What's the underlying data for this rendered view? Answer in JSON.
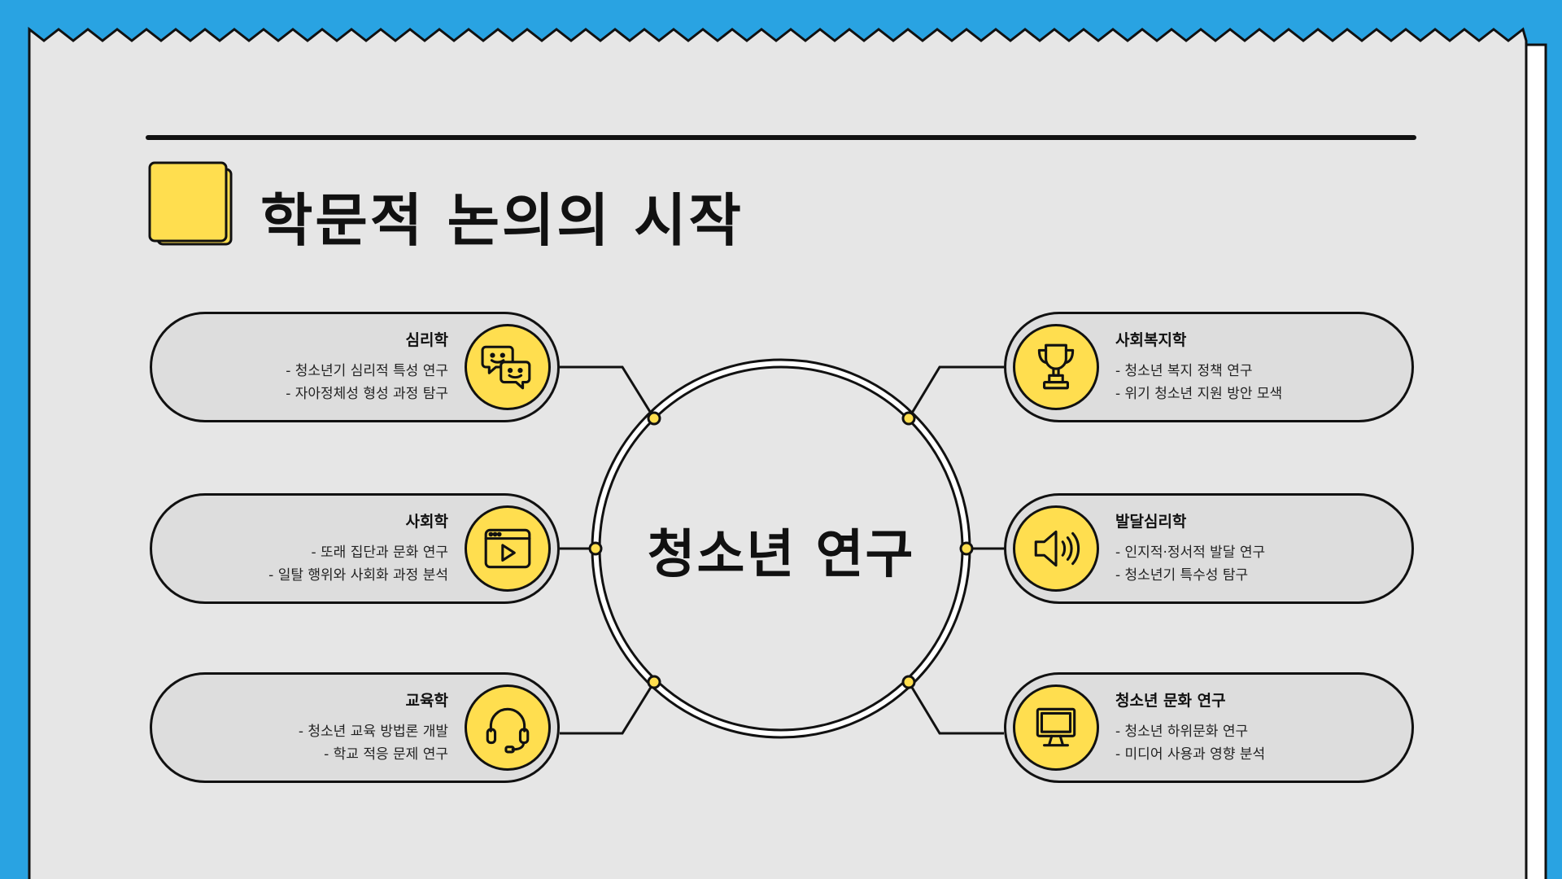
{
  "title": "학문적 논의의 시작",
  "center": "청소년 연구",
  "colors": {
    "background": "#29a3e2",
    "paper": "#e6e6e6",
    "pill": "#dddddd",
    "accent": "#ffde4f",
    "ink": "#111111"
  },
  "nodes": [
    {
      "title": "심리학",
      "lines": [
        "- 청소년기 심리적 특성 연구",
        "- 자아정체성 형성 과정 탐구"
      ],
      "icon": "chat-bubbles-icon"
    },
    {
      "title": "사회학",
      "lines": [
        "- 또래 집단과 문화 연구",
        "- 일탈 행위와 사회화 과정 분석"
      ],
      "icon": "video-player-icon"
    },
    {
      "title": "교육학",
      "lines": [
        "- 청소년 교육 방법론 개발",
        "- 학교 적응 문제 연구"
      ],
      "icon": "headset-icon"
    },
    {
      "title": "사회복지학",
      "lines": [
        "- 청소년 복지 정책 연구",
        "- 위기 청소년 지원 방안 모색"
      ],
      "icon": "trophy-icon"
    },
    {
      "title": "발달심리학",
      "lines": [
        "- 인지적·정서적 발달 연구",
        "- 청소년기 특수성 탐구"
      ],
      "icon": "speaker-icon"
    },
    {
      "title": "청소년 문화 연구",
      "lines": [
        "- 청소년 하위문화 연구",
        "- 미디어 사용과 영향 분석"
      ],
      "icon": "monitor-icon"
    }
  ]
}
